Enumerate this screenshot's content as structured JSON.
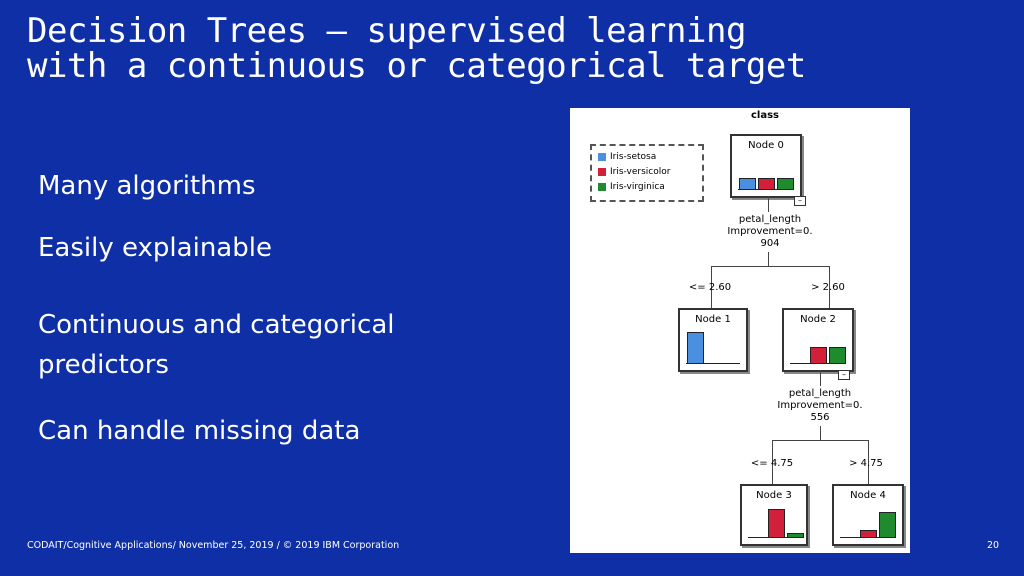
{
  "slide": {
    "title_line1": "Decision Trees – supervised learning",
    "title_line2": "with a continuous or categorical target",
    "bullets": [
      "Many algorithms",
      "Easily explainable",
      "Continuous and categorical predictors",
      "Can handle missing data"
    ],
    "footer": "CODAIT/Cognitive Applications/ November 25, 2019 / © 2019 IBM Corporation",
    "page_number": "20"
  },
  "tree": {
    "target_label": "class",
    "colors": {
      "setosa": "#4a8fe0",
      "versicolor": "#d3203a",
      "virginica": "#1f8a2e"
    },
    "legend": [
      "Iris-setosa",
      "Iris-versicolor",
      "Iris-virginica"
    ],
    "nodes": [
      {
        "label": "Node 0",
        "setosa": 0.33,
        "versicolor": 0.33,
        "virginica": 0.33
      },
      {
        "label": "Node 1",
        "setosa": 1.0,
        "versicolor": 0.0,
        "virginica": 0.0
      },
      {
        "label": "Node 2",
        "setosa": 0.0,
        "versicolor": 0.5,
        "virginica": 0.5
      },
      {
        "label": "Node 3",
        "setosa": 0.0,
        "versicolor": 0.9,
        "virginica": 0.1
      },
      {
        "label": "Node 4",
        "setosa": 0.0,
        "versicolor": 0.2,
        "virginica": 0.8
      }
    ],
    "split1": {
      "variable": "petal_length",
      "improvement_line1": "Improvement=0.",
      "improvement_line2": "904",
      "left": "<= 2.60",
      "right": "> 2.60"
    },
    "split2": {
      "variable": "petal_length",
      "improvement_line1": "Improvement=0.",
      "improvement_line2": "556",
      "left": "<= 4.75",
      "right": "> 4.75"
    }
  }
}
